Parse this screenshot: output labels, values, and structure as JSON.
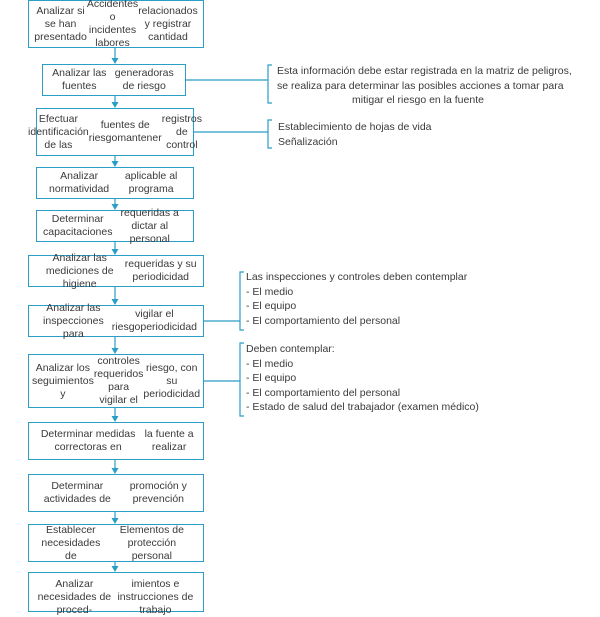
{
  "steps": [
    {
      "lines": [
        "Analizar si se han presentado",
        "Accidentes o incidentes labores",
        "relacionados y registrar cantidad"
      ]
    },
    {
      "lines": [
        "Analizar las fuentes",
        "generadoras de riesgo"
      ]
    },
    {
      "lines": [
        "Efectuar identificación de las",
        "fuentes de riesgomantener",
        "registros de control"
      ]
    },
    {
      "lines": [
        "Analizar normatividad",
        "aplicable al programa"
      ]
    },
    {
      "lines": [
        "Determinar capacitaciones",
        "requeridas a dictar al personal"
      ]
    },
    {
      "lines": [
        "Analizar las mediciones de higiene",
        "requeridas y su periodicidad"
      ]
    },
    {
      "lines": [
        "Analizar las inspecciones para",
        "vigilar el riesgoperiodicidad"
      ]
    },
    {
      "lines": [
        "Analizar los seguimientos y",
        "controles requeridos para vigilar el",
        "riesgo, con su periodicidad"
      ]
    },
    {
      "lines": [
        "Determinar medidas correctoras en",
        "la fuente a realizar"
      ]
    },
    {
      "lines": [
        "Determinar actividades de",
        "promoción y prevención"
      ]
    },
    {
      "lines": [
        "Establecer necesidades de",
        "Elementos de protección personal"
      ]
    },
    {
      "lines": [
        "Analizar necesidades de proced-",
        "imientos e instrucciones de trabajo"
      ]
    }
  ],
  "notes": [
    {
      "lines": [
        "Esta información debe estar registrada en la matriz de peligros,",
        "se realiza para determinar las posibles acciones a tomar para",
        "mitigar el riesgo en la fuente"
      ]
    },
    {
      "lines": [
        "Establecimiento de hojas de vida",
        "Señalización"
      ]
    },
    {
      "lines": [
        "Las inspecciones y controles deben contemplar",
        "-  El medio",
        "-  El equipo",
        "-  El comportamiento del personal"
      ]
    },
    {
      "lines": [
        "Deben contemplar:",
        "-  El medio",
        "-  El equipo",
        "-  El comportamiento del personal",
        "-  Estado de salud del trabajador (examen médico)"
      ]
    }
  ],
  "colors": {
    "accent": "#2a9ec7",
    "text": "#3a3a3a"
  }
}
